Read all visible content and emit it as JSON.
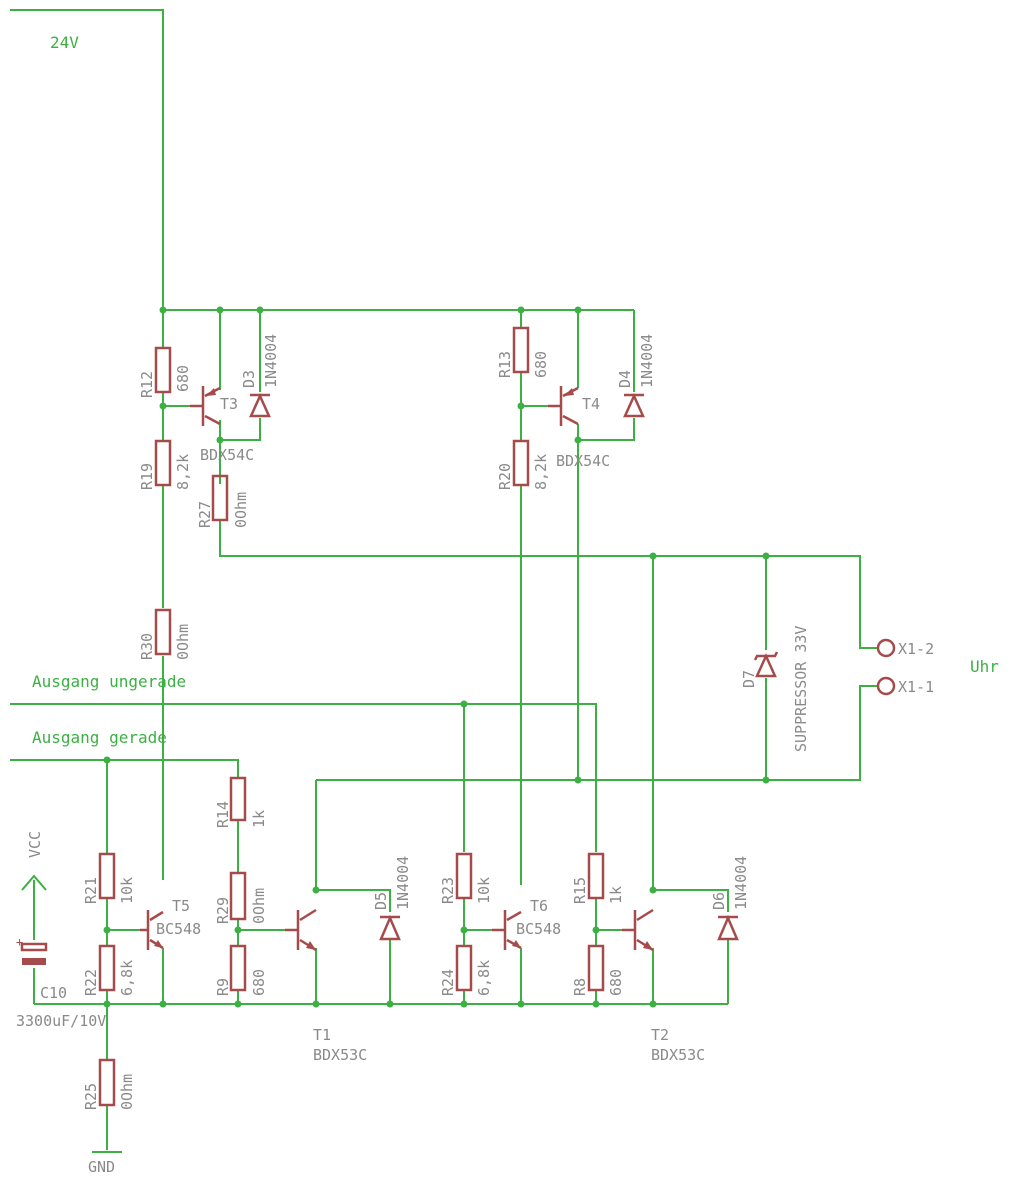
{
  "nets": {
    "v24": "24V",
    "out_odd": "Ausgang ungerade",
    "out_even": "Ausgang gerade",
    "clock": "Uhr"
  },
  "parts": {
    "R12": {
      "name": "R12",
      "value": "680"
    },
    "R19": {
      "name": "R19",
      "value": "8,2k"
    },
    "R27": {
      "name": "R27",
      "value": "0Ohm"
    },
    "R30": {
      "name": "R30",
      "value": "0Ohm"
    },
    "R13": {
      "name": "R13",
      "value": "680"
    },
    "R20": {
      "name": "R20",
      "value": "8,2k"
    },
    "R14": {
      "name": "R14",
      "value": "1k"
    },
    "R29": {
      "name": "R29",
      "value": "0Ohm"
    },
    "R9": {
      "name": "R9",
      "value": "680"
    },
    "R21": {
      "name": "R21",
      "value": "10k"
    },
    "R22": {
      "name": "R22",
      "value": "6,8k"
    },
    "R25": {
      "name": "R25",
      "value": "0Ohm"
    },
    "R23": {
      "name": "R23",
      "value": "10k"
    },
    "R24": {
      "name": "R24",
      "value": "6,8k"
    },
    "R15": {
      "name": "R15",
      "value": "1k"
    },
    "R8": {
      "name": "R8",
      "value": "680"
    },
    "T3": {
      "name": "T3",
      "value": "BDX54C"
    },
    "T4": {
      "name": "T4",
      "value": "BDX54C"
    },
    "T5": {
      "name": "T5",
      "value": "BC548"
    },
    "T6": {
      "name": "T6",
      "value": "BC548"
    },
    "T1": {
      "name": "T1",
      "value": "BDX53C"
    },
    "T2": {
      "name": "T2",
      "value": "BDX53C"
    },
    "D3": {
      "name": "D3",
      "value": "1N4004"
    },
    "D4": {
      "name": "D4",
      "value": "1N4004"
    },
    "D5": {
      "name": "D5",
      "value": "1N4004"
    },
    "D6": {
      "name": "D6",
      "value": "1N4004"
    },
    "D7": {
      "name": "D7",
      "value": "SUPPRESSOR 33V"
    },
    "C10": {
      "name": "C10",
      "value": "3300uF/10V"
    },
    "X1_1": {
      "name": "X1-1"
    },
    "X1_2": {
      "name": "X1-2"
    },
    "VCC": {
      "name": "VCC"
    },
    "GND": {
      "name": "GND"
    }
  }
}
